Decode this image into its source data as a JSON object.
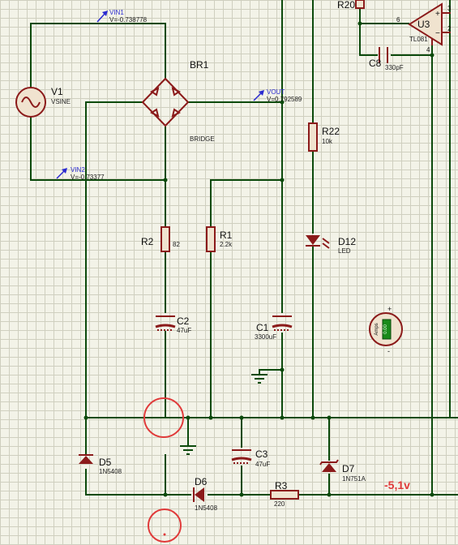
{
  "components": {
    "v1": {
      "ref": "V1",
      "value": "VSINE"
    },
    "br1": {
      "ref": "BR1",
      "value": "BRIDGE"
    },
    "r2": {
      "ref": "R2",
      "value": "82"
    },
    "r1": {
      "ref": "R1",
      "value": "2.2k"
    },
    "r22": {
      "ref": "R22",
      "value": "10k"
    },
    "r20": {
      "ref": "R20"
    },
    "r3": {
      "ref": "R3",
      "value": "220"
    },
    "c2": {
      "ref": "C2",
      "value": "47uF"
    },
    "c1": {
      "ref": "C1",
      "value": "3300uF"
    },
    "c3": {
      "ref": "C3",
      "value": "47uF"
    },
    "c8": {
      "ref": "C8",
      "value": "330pF"
    },
    "d5": {
      "ref": "D5",
      "value": "1N5408"
    },
    "d6": {
      "ref": "D6",
      "value": "1N5408"
    },
    "d7": {
      "ref": "D7",
      "value": "1N751A"
    },
    "d12": {
      "ref": "D12",
      "value": "LED"
    },
    "u3": {
      "ref": "U3",
      "value": "TL081",
      "pins": [
        "6",
        "3",
        "2",
        "4"
      ]
    }
  },
  "probes": {
    "vin1": {
      "name": "VIN1",
      "reading": "V=-0.738778"
    },
    "vin2": {
      "name": "VIN2",
      "reading": "V=-0.73377"
    },
    "vout": {
      "name": "VOUT",
      "reading": "V=0.792589"
    }
  },
  "ammeter": {
    "label": "Amps",
    "display": "0.00",
    "plus": "+",
    "minus": "-"
  },
  "annotation": {
    "text": "-5,1v",
    "color": "#e03a3a"
  }
}
